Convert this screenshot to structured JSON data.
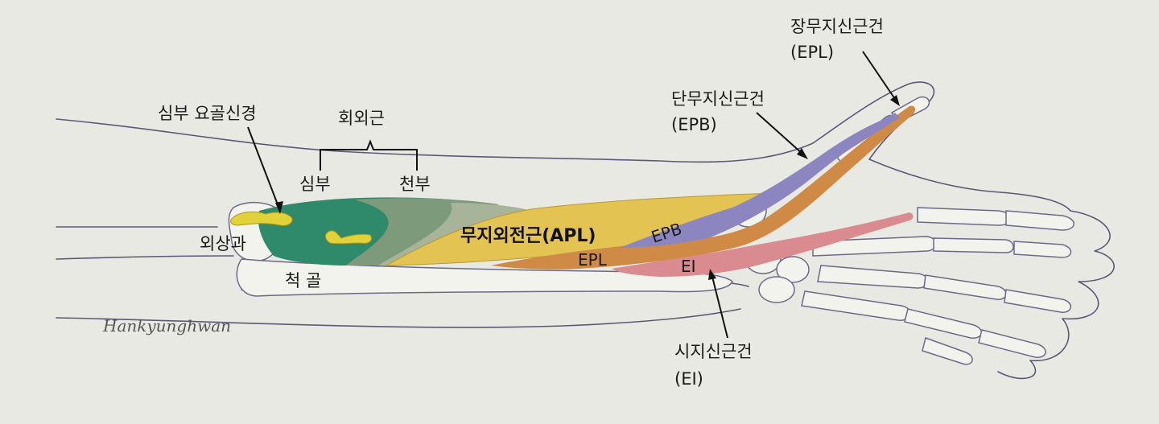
{
  "labels": {
    "deep_radial_nerve": "심부 요골신경",
    "supinator": "회외근",
    "supinator_deep": "심부",
    "supinator_superficial": "천부",
    "lateral_epicondyle": "외상과",
    "ulna": "척 골",
    "apl": "무지외전근(APL)",
    "epb_short": "EPB",
    "epl_short": "EPL",
    "ei_short": "EI",
    "epl_name": "장무지신근건",
    "epl_abbr": "(EPL)",
    "epb_name": "단무지신근건",
    "epb_abbr": "(EPB)",
    "ei_name": "시지신근건",
    "ei_abbr": "(EI)"
  },
  "signature": "Hankyunghwan",
  "colors": {
    "background": "#e9e9e3",
    "supinator_deep": "#2e8a6a",
    "supinator_superficial": "#7d9a7a",
    "apl": "#e3c452",
    "epb": "#8c86c0",
    "epl": "#cf8a45",
    "ei": "#d98b8f",
    "nerve": "#e2d23a"
  }
}
